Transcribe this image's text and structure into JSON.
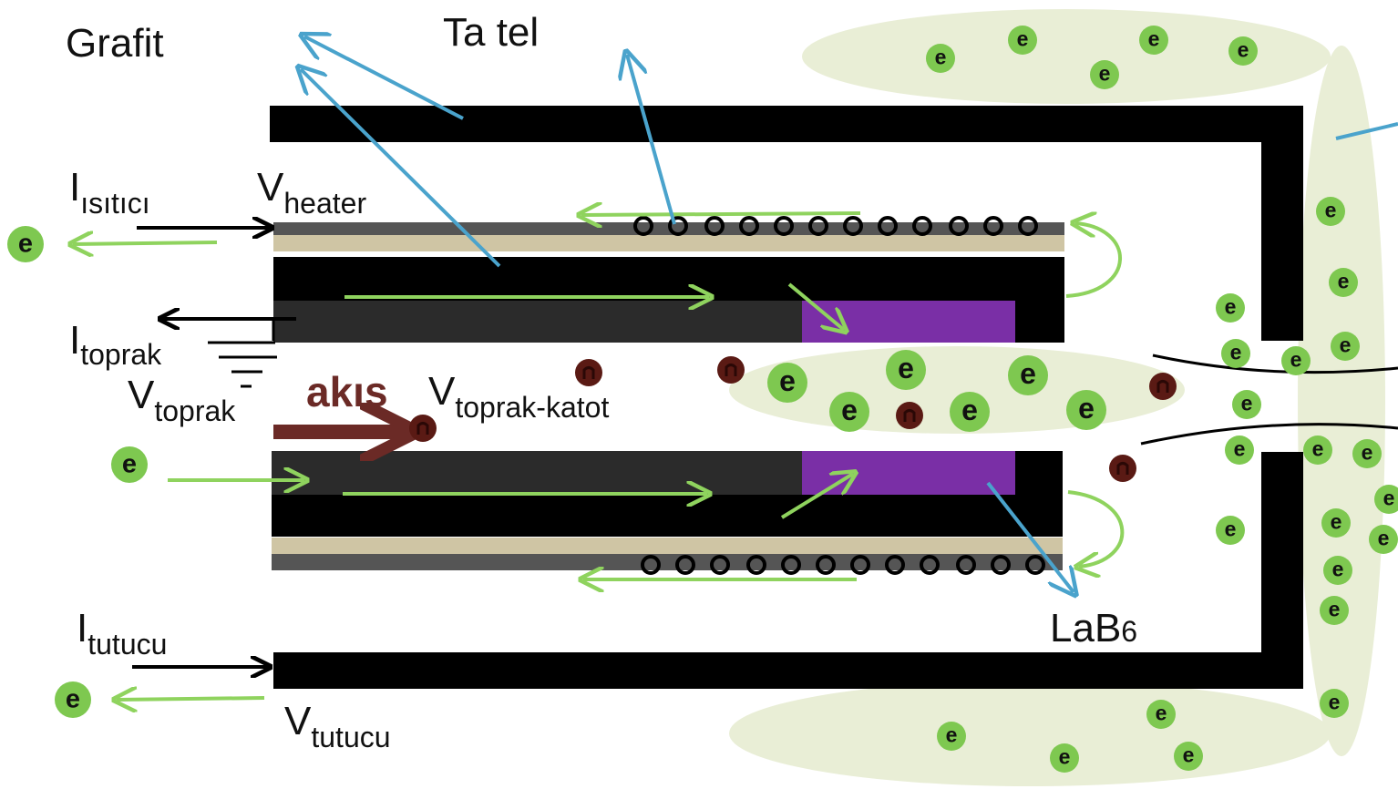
{
  "labels": {
    "grafit": "Grafit",
    "ta_tel": "Ta tel",
    "i_isitici_main": "I",
    "i_isitici_sub": "ısıtıcı",
    "v_heater_main": "V",
    "v_heater_sub": "heater",
    "i_toprak_main": "I",
    "i_toprak_sub": "toprak",
    "v_toprak_main": "V",
    "v_toprak_sub": "toprak",
    "akis": "akış",
    "v_toprak_katot_main": "V",
    "v_toprak_katot_sub": "toprak-katot",
    "i_tutucu_main": "I",
    "i_tutucu_sub": "tutucu",
    "v_tutucu_main": "V",
    "v_tutucu_sub": "tutucu",
    "lab6_main": "LaB",
    "lab6_sub": "6"
  },
  "electron_symbol": "e",
  "colors": {
    "graphite_black": "#000000",
    "insulator_gray": "#555555",
    "ceramic_tan": "#cfc5a4",
    "lab6_purple": "#7a2fa6",
    "inner_dark": "#2b2b2b",
    "electron_green": "#7ec850",
    "plasma_cloud": "#e9eed6",
    "arrow_green": "#8fd35e",
    "arrow_blue": "#4aa3cc",
    "ion_brown": "#5a1a14",
    "flow_maroon": "#6b2a26"
  }
}
